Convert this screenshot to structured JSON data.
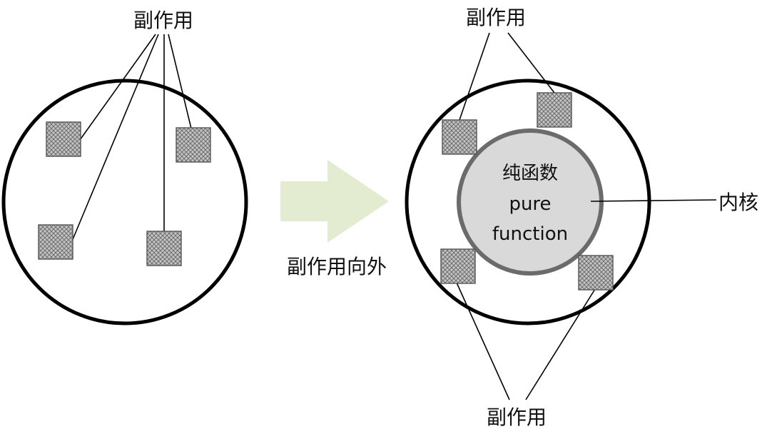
{
  "labels": {
    "left_side_effects": "副作用",
    "right_top_side_effects": "副作用",
    "right_bottom_side_effects": "副作用",
    "arrow_caption": "副作用向外",
    "core_title": "纯函数",
    "core_subtitle_1": "pure",
    "core_subtitle_2": "function",
    "kernel": "内核"
  },
  "colors": {
    "outline": "#000000",
    "core_fill": "#d9d9d9",
    "core_stroke": "#6b6b6b",
    "arrow_fill": "#e3ecd0",
    "box_fill": "#bdbdbd",
    "box_stroke": "#555555"
  }
}
